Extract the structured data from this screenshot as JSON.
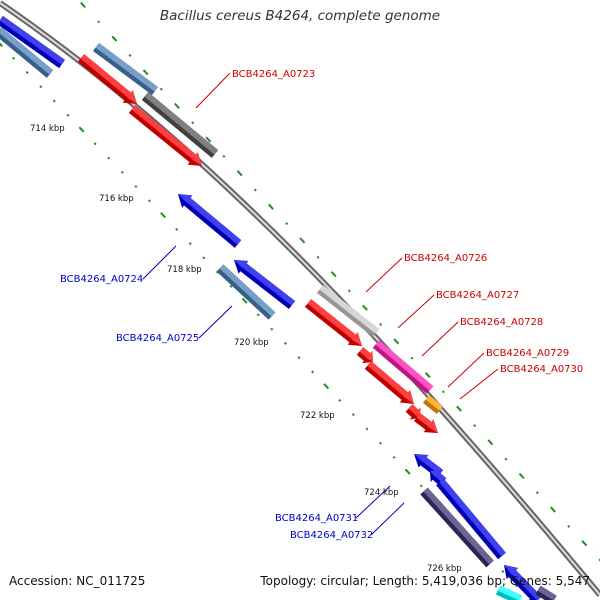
{
  "title": "Bacillus cereus B4264, complete genome",
  "footer": {
    "accession": "Accession: NC_011725",
    "summary": "Topology: circular; Length: 5,419,036 bp; Genes: 5,547"
  },
  "colors": {
    "backbone": "#999999",
    "tick": "#228b22",
    "forward_label": "#cc0000",
    "reverse_label": "#0000cc",
    "red": "#ff0000",
    "blue": "#0000ee",
    "steelblue": "#4a7fb5",
    "gray": "#555555",
    "lightgray": "#c8c8c8",
    "magenta": "#ff1ab0",
    "orange": "#ff9900",
    "navy": "#3a3070",
    "cyan": "#00ffff"
  },
  "tick_labels": [
    "714 kbp",
    "716 kbp",
    "718 kbp",
    "720 kbp",
    "722 kbp",
    "724 kbp",
    "726 kbp"
  ],
  "gene_labels": [
    {
      "text": "BCB4264_A0723",
      "strand": "forward"
    },
    {
      "text": "BCB4264_A0724",
      "strand": "reverse"
    },
    {
      "text": "BCB4264_A0725",
      "strand": "reverse"
    },
    {
      "text": "BCB4264_A0726",
      "strand": "forward"
    },
    {
      "text": "BCB4264_A0727",
      "strand": "forward"
    },
    {
      "text": "BCB4264_A0728",
      "strand": "forward"
    },
    {
      "text": "BCB4264_A0729",
      "strand": "forward"
    },
    {
      "text": "BCB4264_A0730",
      "strand": "forward"
    },
    {
      "text": "BCB4264_A0731",
      "strand": "reverse"
    },
    {
      "text": "BCB4264_A0732",
      "strand": "reverse"
    }
  ]
}
